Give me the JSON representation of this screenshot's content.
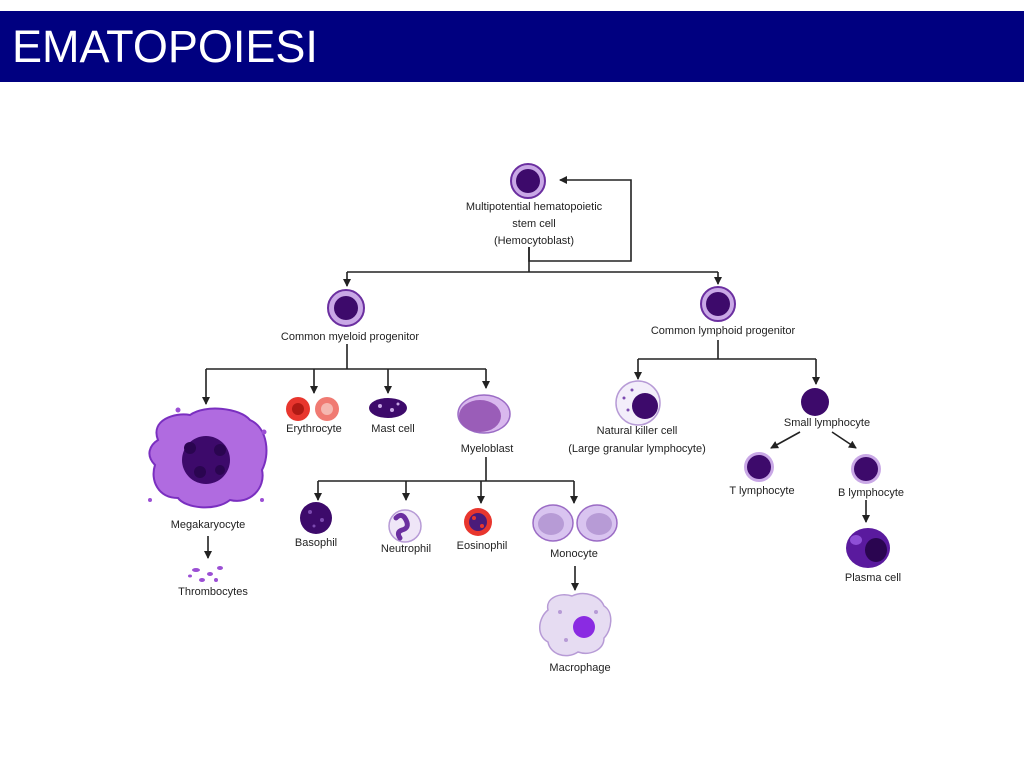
{
  "slide": {
    "title": "EMATOPOIESI"
  },
  "diagram": {
    "stem_cell": [
      "Multipotential hematopoietic",
      "stem cell",
      "(Hemocytoblast)"
    ],
    "common_myeloid_progenitor": "Common myeloid progenitor",
    "common_lymphoid_progenitor": "Common lymphoid progenitor",
    "megakaryocyte": "Megakaryocyte",
    "thrombocytes": "Thrombocytes",
    "erythrocyte": "Erythrocyte",
    "mast_cell": "Mast cell",
    "myeloblast": "Myeloblast",
    "basophil": "Basophil",
    "neutrophil": "Neutrophil",
    "eosinophil": "Eosinophil",
    "monocyte": "Monocyte",
    "macrophage": "Macrophage",
    "natural_killer_cell": [
      "Natural killer cell",
      "(Large granular lymphocyte)"
    ],
    "small_lymphocyte": "Small lymphocyte",
    "t_lymphocyte": "T lymphocyte",
    "b_lymphocyte": "B lymphocyte",
    "plasma_cell": "Plasma cell"
  },
  "colors": {
    "title_bar": "#000080",
    "nucleus": "#3d0a6b",
    "cytoplasm": "#c9a8e6",
    "erythrocyte": "#e8362e",
    "connector": "#222222"
  }
}
